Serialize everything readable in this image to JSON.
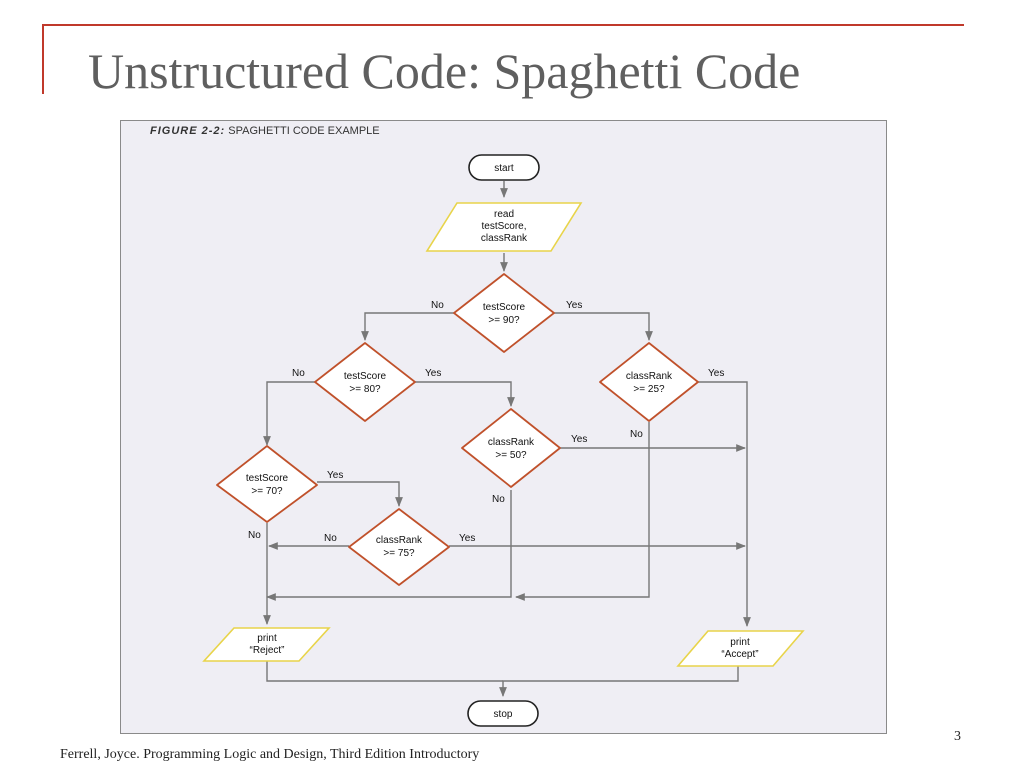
{
  "slide": {
    "title": "Unstructured Code: Spaghetti Code",
    "footer": "Ferrell, Joyce. Programming Logic and Design, Third Edition Introductory",
    "page_number": "3"
  },
  "figure": {
    "label": "FIGURE 2-2:",
    "caption": "SPAGHETTI CODE EXAMPLE"
  },
  "flowchart": {
    "colors": {
      "decision_border": "#c0512b",
      "io_border": "#e8d44a",
      "line": "#777777",
      "panel": "#efeef4"
    },
    "nodes": {
      "start": "start",
      "read": [
        "read",
        "testScore,",
        "classRank"
      ],
      "d_test90": [
        "testScore",
        ">= 90?"
      ],
      "d_test80": [
        "testScore",
        ">= 80?"
      ],
      "d_rank25": [
        "classRank",
        ">= 25?"
      ],
      "d_rank50": [
        "classRank",
        ">= 50?"
      ],
      "d_test70": [
        "testScore",
        ">= 70?"
      ],
      "d_rank75": [
        "classRank",
        ">= 75?"
      ],
      "print_reject": [
        "print",
        "“Reject”"
      ],
      "print_accept": [
        "print",
        "“Accept”"
      ],
      "stop": "stop"
    },
    "edge_labels": {
      "yes": "Yes",
      "no": "No"
    }
  }
}
